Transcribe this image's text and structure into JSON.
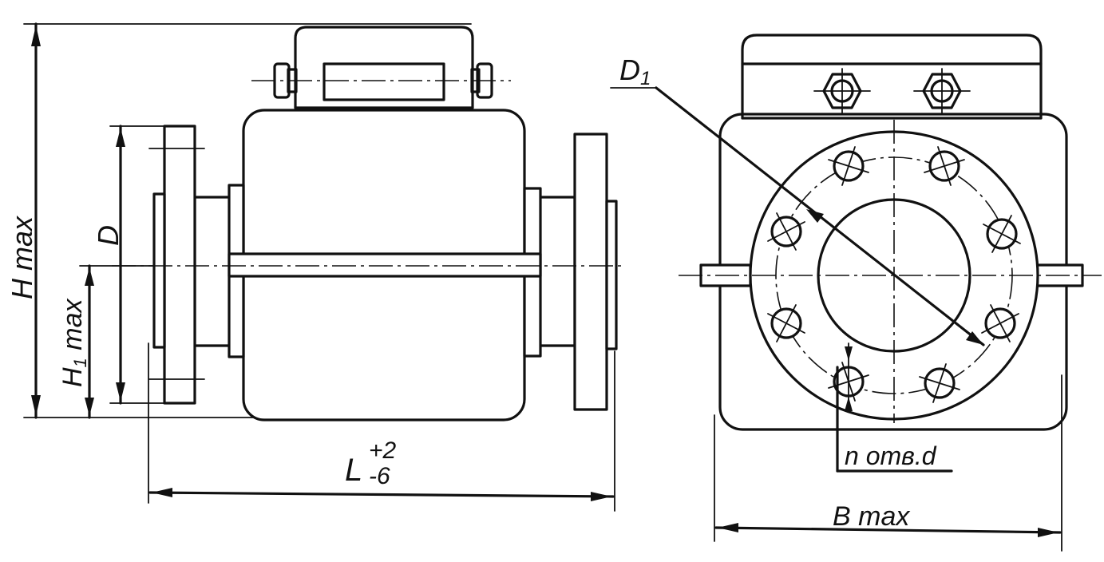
{
  "labels": {
    "h_max": "H max",
    "h1_max_main": "H",
    "h1_max_sub": "1",
    "h1_max_rest": " max",
    "d": "D",
    "d1_main": "D",
    "d1_sub": "1",
    "l_main": "L",
    "l_tol_upper": "+2",
    "l_tol_lower": "-6",
    "n_holes": "n отв.d",
    "b_max": "B max"
  },
  "colors": {
    "ink": "#111111",
    "paper": "#ffffff"
  }
}
